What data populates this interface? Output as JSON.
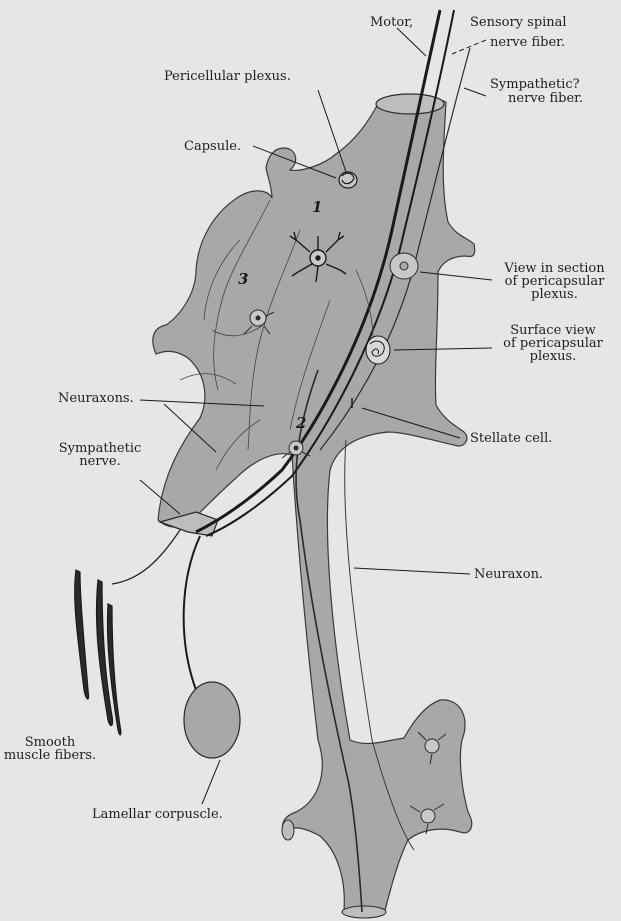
{
  "labels": {
    "motor": "Motor,",
    "sensory_line1": "Sensory spinal",
    "sensory_line2": "nerve fiber.",
    "pericellular": "Pericellular plexus.",
    "sympathetic_fiber_line1": "Sympathetic?",
    "sympathetic_fiber_line2": "nerve fiber.",
    "capsule": "Capsule.",
    "view_section_line1": "View in section",
    "view_section_line2": "of pericapsular",
    "view_section_line3": "plexus.",
    "surface_view_line1": "Surface view",
    "surface_view_line2": "of pericapsular",
    "surface_view_line3": "plexus.",
    "neuraxons": "Neuraxons.",
    "stellate": "Stellate cell.",
    "sympathetic_nerve_line1": "Sympathetic",
    "sympathetic_nerve_line2": "nerve.",
    "neuraxon": "Neuraxon.",
    "smooth_line1": "Smooth",
    "smooth_line2": "muscle fibers.",
    "lamellar": "Lamellar corpuscle."
  },
  "cell_numbers": {
    "one": "1",
    "two": "2",
    "three": "3"
  },
  "colors": {
    "background": "#e6e6e6",
    "ganglion_fill": "#a8a8a8",
    "outline": "#2a2a2a",
    "text": "#1e1e1e"
  }
}
